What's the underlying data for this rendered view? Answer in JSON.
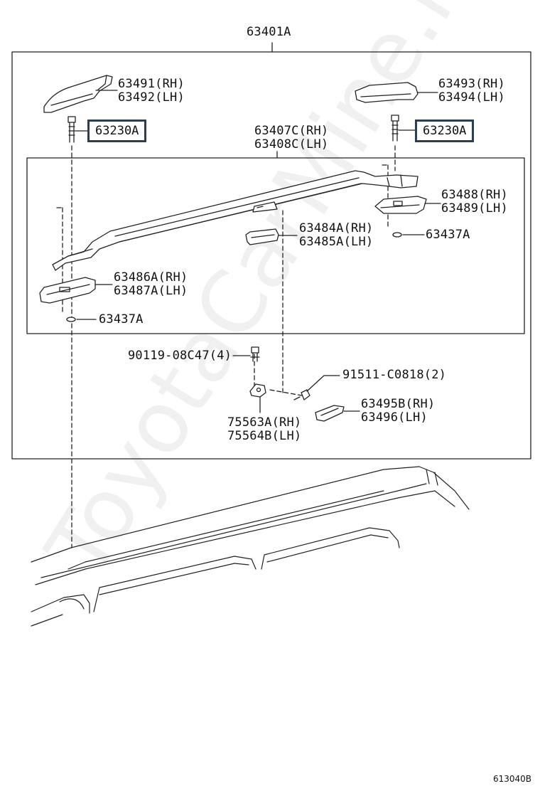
{
  "assembly": {
    "label": "63401A"
  },
  "rail": {
    "rh": "63407C(RH)",
    "lh": "63408C(LH)"
  },
  "parts": {
    "front_cover": {
      "rh": "63491(RH)",
      "lh": "63492(LH)"
    },
    "rear_cover": {
      "rh": "63493(RH)",
      "lh": "63494(LH)"
    },
    "bolt_left": "63230A",
    "bolt_right": "63230A",
    "rear_leg": {
      "rh": "63488(RH)",
      "lh": "63489(LH)"
    },
    "washer_right": "63437A",
    "center_cover": {
      "rh": "63484A(RH)",
      "lh": "63485A(LH)"
    },
    "front_leg": {
      "rh": "63486A(RH)",
      "lh": "63487A(LH)"
    },
    "washer_left": "63437A",
    "clip": "90119-08C47(4)",
    "screw": "91511-C0818(2)",
    "end_cap": {
      "rh": "63495B(RH)",
      "lh": "63496(LH)"
    },
    "bracket": {
      "rh": "75563A(RH)",
      "lh": "75564B(LH)"
    }
  },
  "diagram_code": "613040B",
  "watermark": "ToyotaCarMine.ru",
  "highlight_color": "#2a3f55"
}
